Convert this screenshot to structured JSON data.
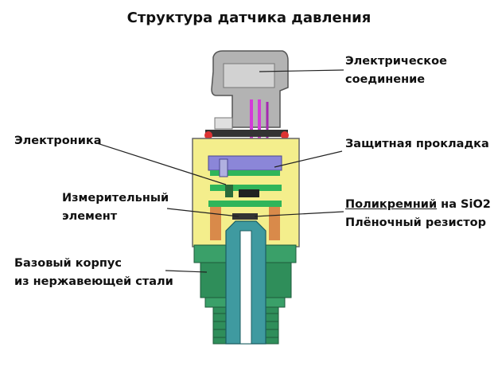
{
  "title": "Структура датчика давления",
  "labels": {
    "electrical_connection": [
      "Электрическое",
      "соединение"
    ],
    "electronics": "Электроника",
    "protective_gasket": "Защитная прокладка",
    "measuring_element": [
      "Измерительный",
      "элемент"
    ],
    "polysilicon_prefix": "Поликремний",
    "polysilicon_suffix": " на SiO2",
    "film_resistor": "Плёночный резистор",
    "base_body": [
      "Базовый корпус",
      "из нержавеющей стали"
    ]
  },
  "colors": {
    "housing_yellow": "#f4ee8c",
    "connector_gray": "#a9a9a9",
    "pcb_green": "#2fb55a",
    "chip_purple": "#8b86d8",
    "base_green": "#2f8e5a",
    "port_teal": "#3f9aa0",
    "spacer_orange": "#d98a4a",
    "wire_magenta": "#d43bd8"
  }
}
